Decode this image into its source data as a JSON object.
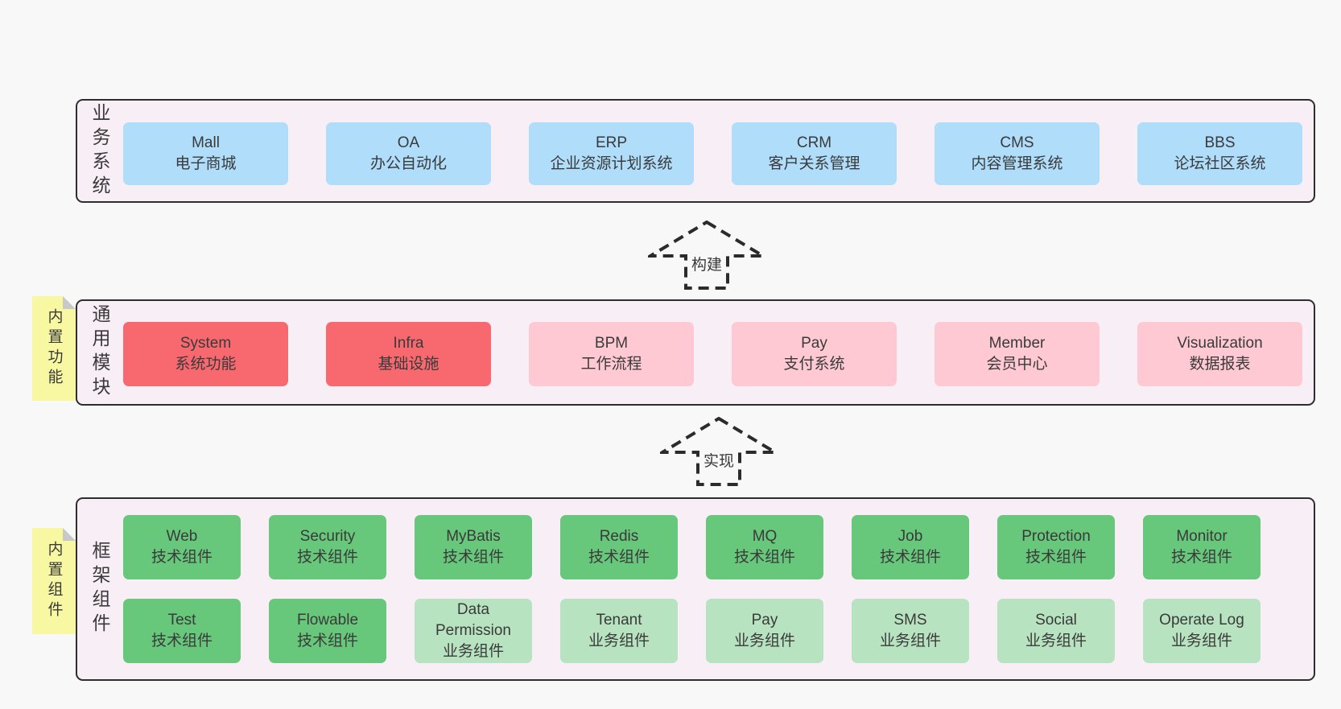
{
  "colors": {
    "page_bg": "#f8f8f8",
    "panel_bg": "#f8eef6",
    "panel_border": "#2e2e2e",
    "blue": "#afddfa",
    "red": "#f8696f",
    "pink": "#ffc9d3",
    "green": "#67c77a",
    "light_green": "#b8e3c1",
    "yellow": "#f9f8a2",
    "fold": "#c8c8c8",
    "text": "#3a3a3a",
    "arrow": "#2b2b2b"
  },
  "sections": {
    "business": {
      "label": "业务系统",
      "boxes": [
        {
          "title": "Mall",
          "subtitle": "电子商城",
          "variant": "blue"
        },
        {
          "title": "OA",
          "subtitle": "办公自动化",
          "variant": "blue"
        },
        {
          "title": "ERP",
          "subtitle": "企业资源计划系统",
          "variant": "blue"
        },
        {
          "title": "CRM",
          "subtitle": "客户关系管理",
          "variant": "blue"
        },
        {
          "title": "CMS",
          "subtitle": "内容管理系统",
          "variant": "blue"
        },
        {
          "title": "BBS",
          "subtitle": "论坛社区系统",
          "variant": "blue"
        }
      ]
    },
    "modules": {
      "label": "通用模块",
      "tag": "内置功能",
      "boxes": [
        {
          "title": "System",
          "subtitle": "系统功能",
          "variant": "red"
        },
        {
          "title": "Infra",
          "subtitle": "基础设施",
          "variant": "red"
        },
        {
          "title": "BPM",
          "subtitle": "工作流程",
          "variant": "pink"
        },
        {
          "title": "Pay",
          "subtitle": "支付系统",
          "variant": "pink"
        },
        {
          "title": "Member",
          "subtitle": "会员中心",
          "variant": "pink"
        },
        {
          "title": "Visualization",
          "subtitle": "数据报表",
          "variant": "pink"
        }
      ]
    },
    "components": {
      "label": "框架组件",
      "tag": "内置组件",
      "rows": {
        "top": [
          {
            "title": "Web",
            "subtitle": "技术组件",
            "variant": "green"
          },
          {
            "title": "Security",
            "subtitle": "技术组件",
            "variant": "green"
          },
          {
            "title": "MyBatis",
            "subtitle": "技术组件",
            "variant": "green"
          },
          {
            "title": "Redis",
            "subtitle": "技术组件",
            "variant": "green"
          },
          {
            "title": "MQ",
            "subtitle": "技术组件",
            "variant": "green"
          },
          {
            "title": "Job",
            "subtitle": "技术组件",
            "variant": "green"
          },
          {
            "title": "Protection",
            "subtitle": "技术组件",
            "variant": "green"
          },
          {
            "title": "Monitor",
            "subtitle": "技术组件",
            "variant": "green"
          }
        ],
        "bottom": [
          {
            "title": "Test",
            "subtitle": "技术组件",
            "variant": "green"
          },
          {
            "title": "Flowable",
            "subtitle": "技术组件",
            "variant": "green"
          },
          {
            "title": "Data Permission",
            "subtitle": "业务组件",
            "variant": "light_green"
          },
          {
            "title": "Tenant",
            "subtitle": "业务组件",
            "variant": "light_green"
          },
          {
            "title": "Pay",
            "subtitle": "业务组件",
            "variant": "light_green"
          },
          {
            "title": "SMS",
            "subtitle": "业务组件",
            "variant": "light_green"
          },
          {
            "title": "Social",
            "subtitle": "业务组件",
            "variant": "light_green"
          },
          {
            "title": "Operate Log",
            "subtitle": "业务组件",
            "variant": "light_green"
          }
        ]
      }
    }
  },
  "arrows": {
    "build": {
      "label": "构建"
    },
    "implement": {
      "label": "实现"
    }
  }
}
